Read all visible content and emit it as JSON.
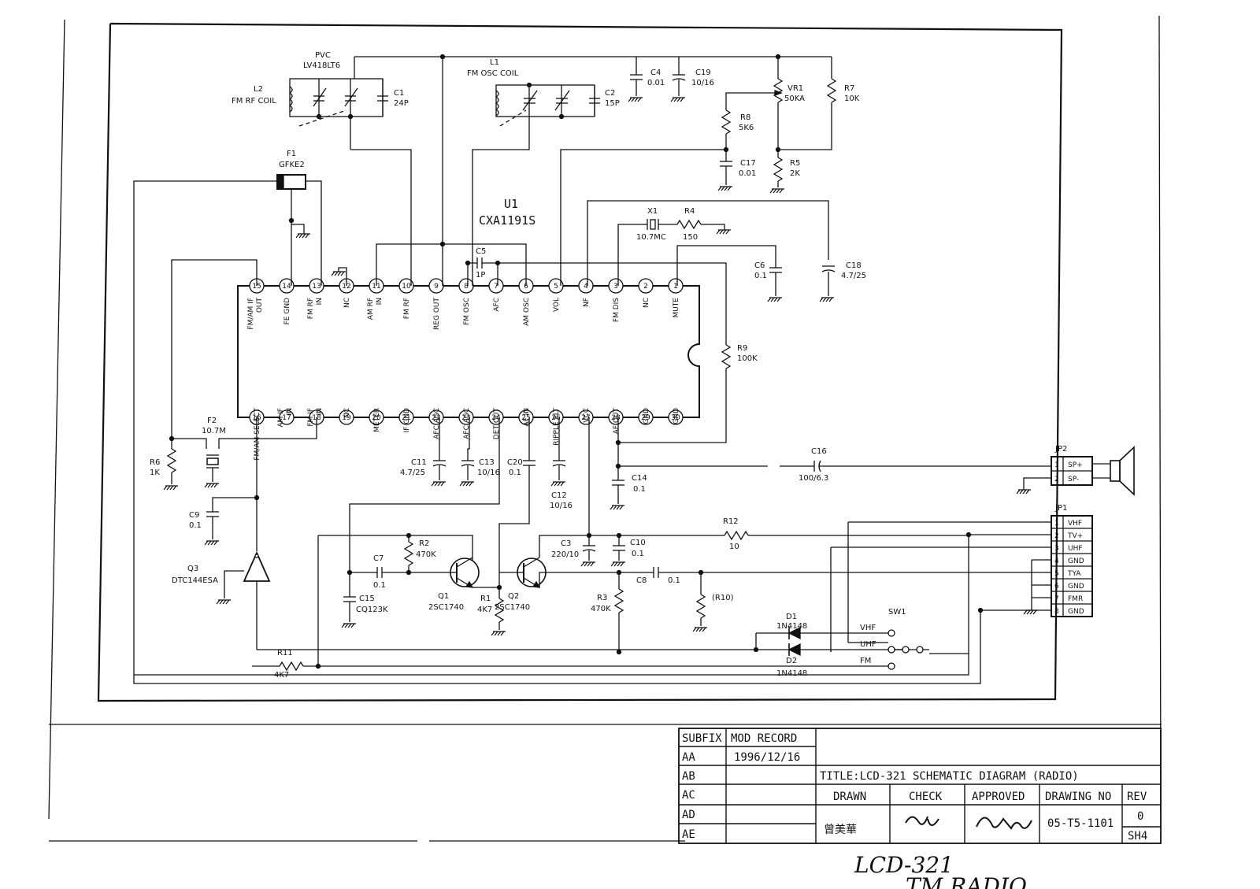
{
  "ic": {
    "ref": "U1",
    "part": "CXA1191S",
    "top_pins": [
      {
        "n": "15",
        "label": "FM/AM IF OUT"
      },
      {
        "n": "14",
        "label": "FE GND"
      },
      {
        "n": "13",
        "label": "FM RF IN"
      },
      {
        "n": "12",
        "label": "NC"
      },
      {
        "n": "11",
        "label": "AM RF IN"
      },
      {
        "n": "10",
        "label": "FM RF"
      },
      {
        "n": "9",
        "label": "REG OUT"
      },
      {
        "n": "8",
        "label": "FM OSC"
      },
      {
        "n": "7",
        "label": "AFC"
      },
      {
        "n": "6",
        "label": "AM OSC"
      },
      {
        "n": "5",
        "label": "VOL"
      },
      {
        "n": "4",
        "label": "NF"
      },
      {
        "n": "3",
        "label": "FM DIS"
      },
      {
        "n": "2",
        "label": "NC"
      },
      {
        "n": "1",
        "label": "MUTE"
      }
    ],
    "bottom_pins": [
      {
        "n": "16",
        "label": "FM/AM SELECT"
      },
      {
        "n": "17",
        "label": "AM IF IN"
      },
      {
        "n": "18",
        "label": "FM IF IN"
      },
      {
        "n": "19",
        "label": "NC"
      },
      {
        "n": "20",
        "label": "METER"
      },
      {
        "n": "21",
        "label": "IF GND"
      },
      {
        "n": "22",
        "label": "AFC AGC"
      },
      {
        "n": "23",
        "label": "AFC AGC"
      },
      {
        "n": "24",
        "label": "DET OUT"
      },
      {
        "n": "25",
        "label": "AF IN"
      },
      {
        "n": "26",
        "label": "RIPPLE FLT"
      },
      {
        "n": "27",
        "label": "VCC"
      },
      {
        "n": "28",
        "label": "AF OUT"
      },
      {
        "n": "29",
        "label": "GND"
      },
      {
        "n": "30",
        "label": "GND"
      }
    ]
  },
  "components": {
    "pvc": {
      "ref": "PVC",
      "value": "LV418LT6"
    },
    "l2": {
      "ref": "L2",
      "value": "FM RF COIL"
    },
    "c1": {
      "ref": "C1",
      "value": "24P"
    },
    "l1": {
      "ref": "L1",
      "value": "FM OSC COIL"
    },
    "c2": {
      "ref": "C2",
      "value": "15P"
    },
    "c4": {
      "ref": "C4",
      "value": "0.01"
    },
    "c19": {
      "ref": "C19",
      "value": "10/16"
    },
    "vr1": {
      "ref": "VR1",
      "value": "50KA"
    },
    "r7": {
      "ref": "R7",
      "value": "10K"
    },
    "r8": {
      "ref": "R8",
      "value": "5K6"
    },
    "c17": {
      "ref": "C17",
      "value": "0.01"
    },
    "r5": {
      "ref": "R5",
      "value": "2K"
    },
    "f1": {
      "ref": "F1",
      "value": "GFKE2"
    },
    "x1": {
      "ref": "X1",
      "value": "10.7MC"
    },
    "r4": {
      "ref": "R4",
      "value": "150"
    },
    "c5": {
      "ref": "C5",
      "value": "1P"
    },
    "c6": {
      "ref": "C6",
      "value": "0.1"
    },
    "c18": {
      "ref": "C18",
      "value": "4.7/25"
    },
    "r9": {
      "ref": "R9",
      "value": "100K"
    },
    "f2": {
      "ref": "F2",
      "value": "10.7M"
    },
    "r6": {
      "ref": "R6",
      "value": "1K"
    },
    "c9": {
      "ref": "C9",
      "value": "0.1"
    },
    "q3": {
      "ref": "Q3",
      "value": "DTC144ESA"
    },
    "c11": {
      "ref": "C11",
      "value": "4.7/25"
    },
    "c13": {
      "ref": "C13",
      "value": "10/16"
    },
    "c20": {
      "ref": "C20",
      "value": "0.1"
    },
    "c12": {
      "ref": "C12",
      "value": "10/16"
    },
    "c14": {
      "ref": "C14",
      "value": "0.1"
    },
    "c16": {
      "ref": "C16",
      "value": "100/6.3"
    },
    "r2": {
      "ref": "R2",
      "value": "470K"
    },
    "c7": {
      "ref": "C7",
      "value": "0.1"
    },
    "c15": {
      "ref": "C15",
      "value": "CQ123K"
    },
    "q1": {
      "ref": "Q1",
      "value": "2SC1740"
    },
    "r1": {
      "ref": "R1",
      "value": "4K7"
    },
    "q2": {
      "ref": "Q2",
      "value": "2SC1740"
    },
    "c3": {
      "ref": "C3",
      "value": "220/10"
    },
    "c10": {
      "ref": "C10",
      "value": "0.1"
    },
    "r12": {
      "ref": "R12",
      "value": "10"
    },
    "c8": {
      "ref": "C8",
      "value": "0.1"
    },
    "r3": {
      "ref": "R3",
      "value": "470K"
    },
    "r10": {
      "ref": "(R10)",
      "value": ""
    },
    "d1": {
      "ref": "D1",
      "value": "1N4148"
    },
    "d2": {
      "ref": "D2",
      "value": "1N4148"
    },
    "r11": {
      "ref": "R11",
      "value": "4K7"
    },
    "sw1": {
      "ref": "SW1",
      "value": ""
    }
  },
  "switch_labels": [
    "VHF",
    "UHF",
    "FM"
  ],
  "jp2": {
    "ref": "JP2",
    "pins": [
      {
        "n": "1",
        "label": "SP+"
      },
      {
        "n": "2",
        "label": "SP-"
      }
    ]
  },
  "jp1": {
    "ref": "JP1",
    "pins": [
      {
        "n": "1",
        "label": "VHF"
      },
      {
        "n": "2",
        "label": "TV+"
      },
      {
        "n": "3",
        "label": "UHF"
      },
      {
        "n": "4",
        "label": "GND"
      },
      {
        "n": "5",
        "label": "TYA"
      },
      {
        "n": "6",
        "label": "GND"
      },
      {
        "n": "7",
        "label": "FMR"
      },
      {
        "n": "8",
        "label": "GND"
      }
    ]
  },
  "title_block": {
    "subfix_header": "SUBFIX",
    "mod_header": "MOD RECORD",
    "rows": [
      {
        "subfix": "AA",
        "mod": "1996/12/16"
      },
      {
        "subfix": "AB",
        "mod": ""
      },
      {
        "subfix": "AC",
        "mod": ""
      },
      {
        "subfix": "AD",
        "mod": ""
      },
      {
        "subfix": "AE",
        "mod": ""
      }
    ],
    "title": "TITLE:LCD-321 SCHEMATIC DIAGRAM (RADIO)",
    "drawn_label": "DRAWN",
    "drawn_by": "曾美華",
    "check_label": "CHECK",
    "approved_label": "APPROVED",
    "drawing_no_label": "DRAWING NO",
    "drawing_no": "05-T5-1101",
    "rev_label": "REV",
    "rev": "0",
    "sheet": "SH4"
  },
  "handwritten": [
    "LCD-321",
    "TM RADIO"
  ]
}
